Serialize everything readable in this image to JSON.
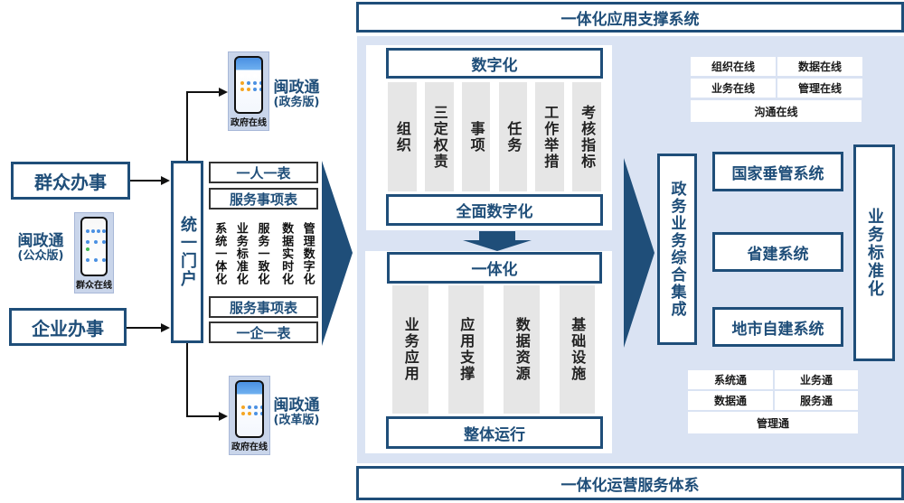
{
  "colors": {
    "primary": "#1f4e79",
    "panel_bg": "#dae3f3",
    "pill_bg": "#e6e6e6",
    "white": "#ffffff",
    "text_dark": "#1a1a1a"
  },
  "left": {
    "citizen_affairs": "群众办事",
    "enterprise_affairs": "企业办事",
    "public_app": {
      "name": "闽政通",
      "edition": "(公众版)",
      "caption": "群众在线"
    },
    "gov_app_top": {
      "name": "闽政通",
      "edition": "(政务版)",
      "caption": "政府在线"
    },
    "gov_app_bottom": {
      "name": "闽政通",
      "edition": "(改革版)",
      "caption": "政府在线"
    },
    "unified_portal": "统一门户",
    "stack": {
      "top1": "一人一表",
      "top2": "服务事项表",
      "columns": [
        "系统一体化",
        "业务标准化",
        "服务一致化",
        "数据实时化",
        "管理数字化"
      ],
      "bottom1": "服务事项表",
      "bottom2": "一企一表"
    }
  },
  "center": {
    "top_banner": "一体化应用支撑系统",
    "bottom_banner": "一体化运营服务体系",
    "digital": {
      "header": "数字化",
      "pillars": [
        "组织",
        "三定权责",
        "事项",
        "任务",
        "工作举措",
        "考核指标"
      ],
      "footer": "全面数字化"
    },
    "integration": {
      "header": "一体化",
      "pillars": [
        "业务应用",
        "应用支撑",
        "数据资源",
        "基础设施"
      ],
      "footer": "整体运行"
    }
  },
  "right": {
    "online_grid": [
      "组织在线",
      "数据在线",
      "业务在线",
      "管理在线"
    ],
    "online_wide": "沟通在线",
    "integration_label": "政务业务综合集成",
    "systems": [
      "国家垂管系统",
      "省建系统",
      "地市自建系统"
    ],
    "standardization": "业务标准化",
    "tong_grid": [
      "系统通",
      "业务通",
      "数据通",
      "服务通"
    ],
    "tong_wide": "管理通"
  }
}
